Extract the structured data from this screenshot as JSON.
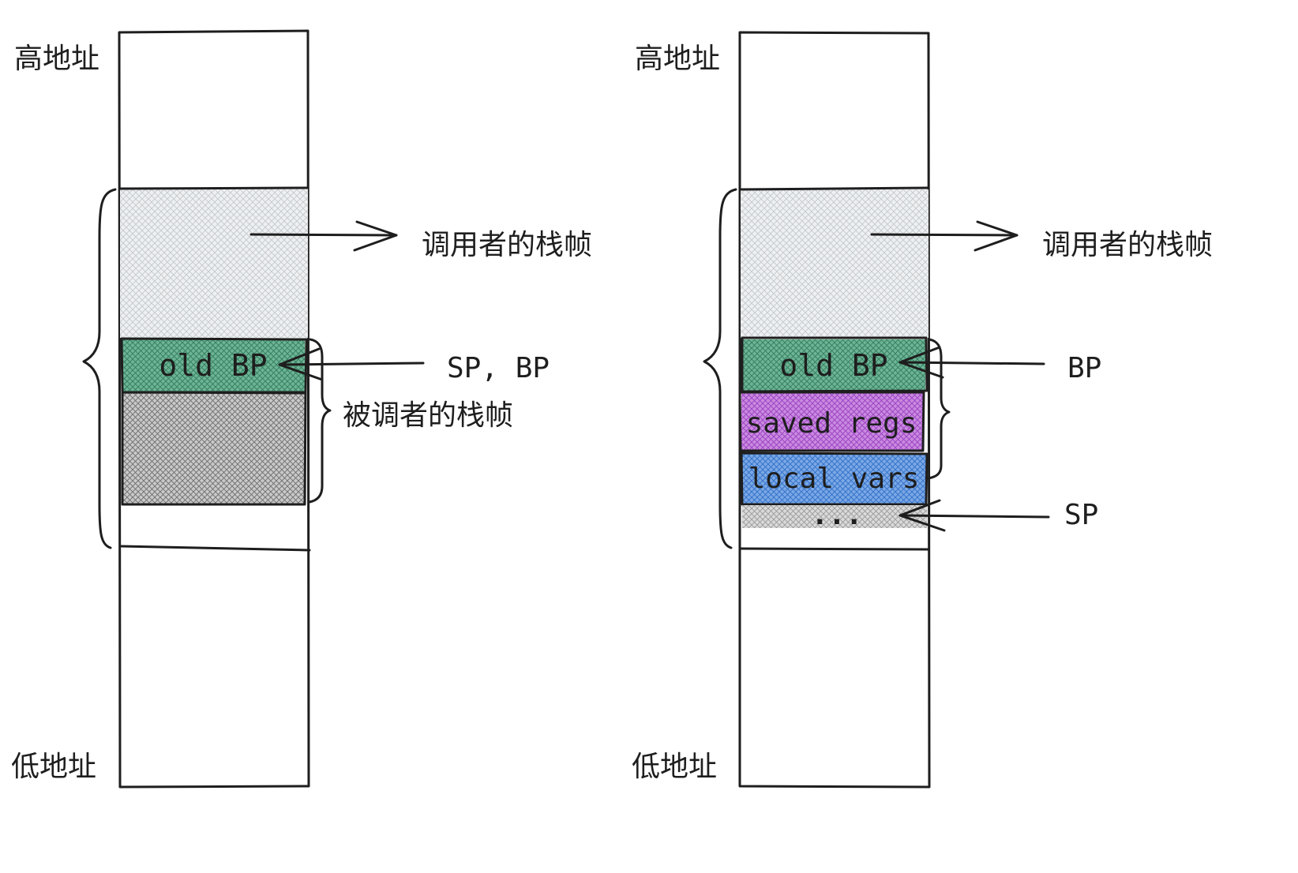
{
  "left": {
    "high_address": "高地址",
    "low_address": "低地址",
    "caller_frame": "调用者的栈帧",
    "old_bp": "old BP",
    "sp_bp": "SP, BP",
    "callee_frame": "被调者的栈帧"
  },
  "right": {
    "high_address": "高地址",
    "low_address": "低地址",
    "caller_frame": "调用者的栈帧",
    "old_bp": "old BP",
    "saved_regs": "saved regs",
    "local_vars": "local vars",
    "ellipsis": "...",
    "bp": "BP",
    "sp": "SP"
  },
  "colors": {
    "ink": "#1e1e1e",
    "caller_fill": "#dee2e6",
    "old_bp_fill": "#4e9c7c",
    "callee_fill": "#9e9e9e",
    "saved_regs_fill": "#b05fd0",
    "local_vars_fill": "#4a86d4",
    "ellipsis_fill": "#bdbdbd"
  }
}
